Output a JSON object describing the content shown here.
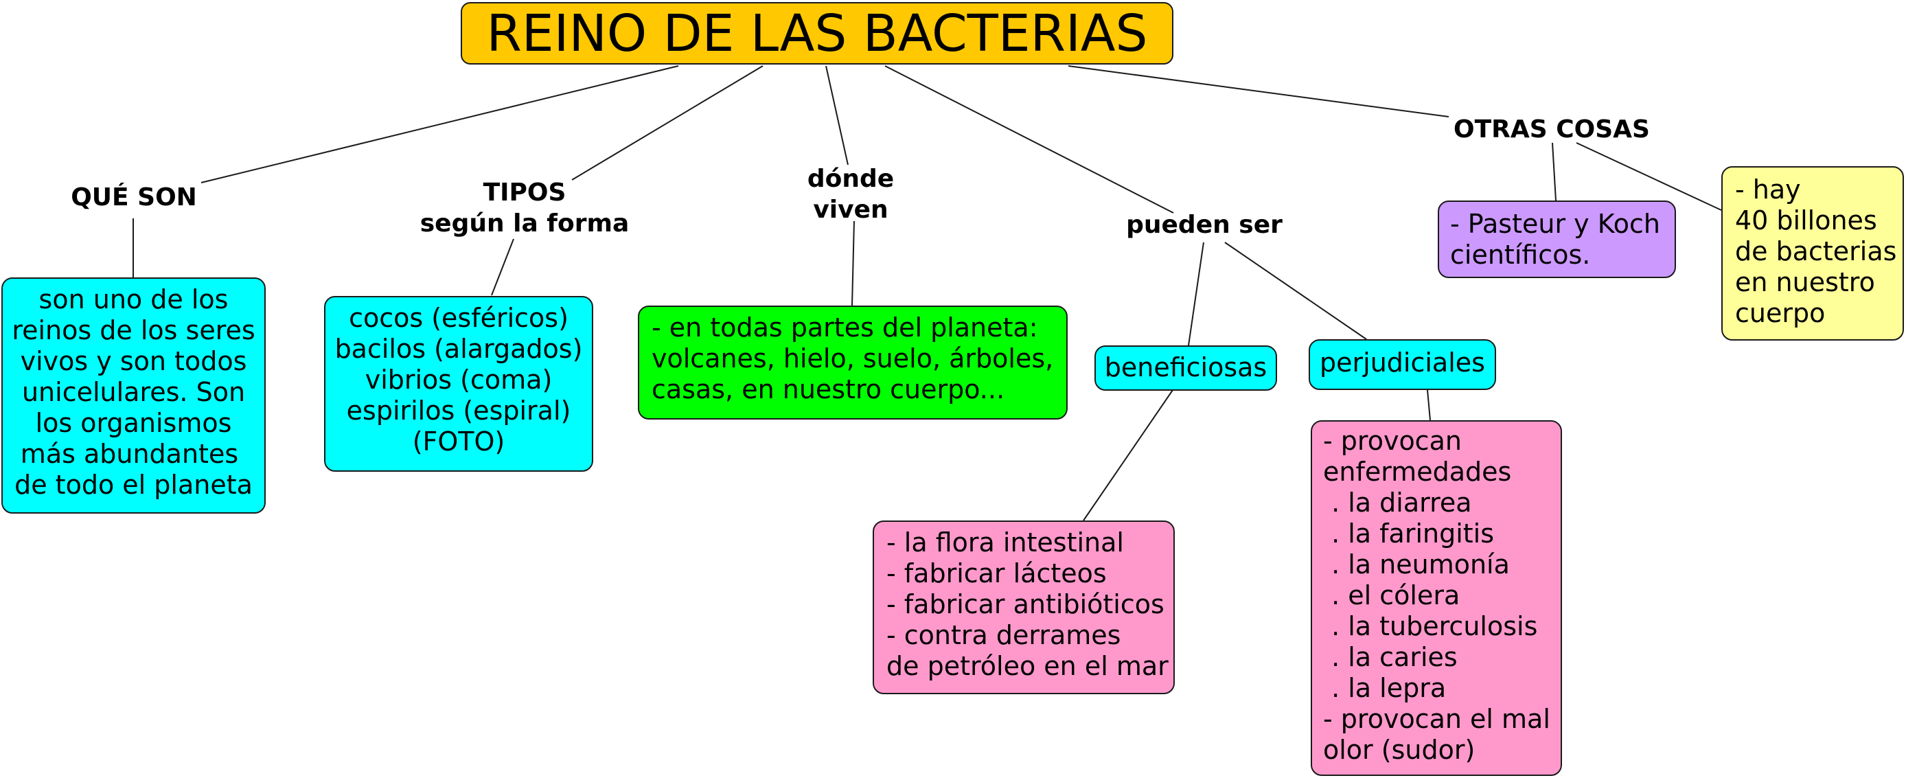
{
  "title": "REINO DE LAS BACTERIAS",
  "colors": {
    "title": "#ffc800",
    "cyan": "#00ffff",
    "green": "#00ff00",
    "pink": "#ff99cc",
    "purple": "#cc99ff",
    "yellow": "#ffff99",
    "line": "#1a1a1a"
  },
  "branches": {
    "que_son": {
      "label": "QUÉ SON",
      "text": "son uno de los\nreinos de los seres\nvivos y son todos\nunicelulares. Son\nlos organismos\nmás abundantes \nde todo el planeta"
    },
    "tipos": {
      "label": "TIPOS\nsegún la forma",
      "text": "cocos (esféricos)\nbacilos (alargados)\nvibrios (coma)\nespirilos (espiral)\n(FOTO)"
    },
    "donde_viven": {
      "label": "dónde\nviven",
      "text": "- en todas partes del planeta:\nvolcanes, hielo, suelo, árboles,\ncasas, en nuestro cuerpo..."
    },
    "pueden_ser": {
      "label": "pueden ser",
      "beneficiosas": {
        "label": "beneficiosas",
        "text": "- la flora intestinal\n- fabricar lácteos\n- fabricar antibióticos\n- contra derrames\nde petróleo en el mar"
      },
      "perjudiciales": {
        "label": "perjudiciales",
        "text": "- provocan\nenfermedades\n . la diarrea\n . la faringitis\n . la neumonía\n . el cólera\n . la tuberculosis\n . la caries\n . la lepra\n- provocan el mal\nolor (sudor)"
      }
    },
    "otras_cosas": {
      "label": "OTRAS COSAS",
      "cientificos": "- Pasteur y Koch\ncientíficos.",
      "bacterias": "- hay\n40 billones\nde bacterias\nen nuestro\ncuerpo"
    }
  }
}
